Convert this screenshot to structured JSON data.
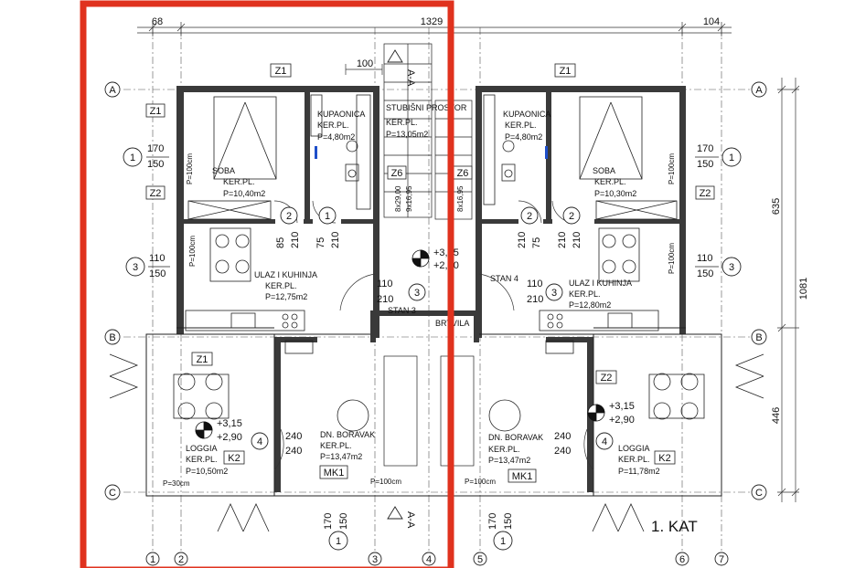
{
  "title": "1. KAT",
  "highlight_color": "#e0321e",
  "wall_color": "#3a3a3a",
  "dims": {
    "top_left": "68",
    "top_mid": "1329",
    "top_right": "104",
    "door_dim": "100",
    "right_upper": "635",
    "right_total": "1081",
    "right_lower": "446"
  },
  "grid_rows": [
    "A",
    "B",
    "C"
  ],
  "grid_cols": [
    "1",
    "2",
    "3",
    "4",
    "5",
    "6",
    "7"
  ],
  "section_label": "A-A",
  "zones": {
    "z1": "Z1",
    "z2": "Z2",
    "z6": "Z6",
    "k2": "K2",
    "mk1": "MK1"
  },
  "rooms": {
    "soba_left": {
      "name": "SOBA",
      "floor": "KER.PL.",
      "area": "P=10,40m2"
    },
    "soba_right": {
      "name": "SOBA",
      "floor": "KER.PL.",
      "area": "P=10,30m2"
    },
    "kupaonica_left": {
      "name": "KUPAONICA",
      "floor": "KER.PL.",
      "area": "P=4,80m2"
    },
    "kupaonica_right": {
      "name": "KUPAONICA",
      "floor": "KER.PL.",
      "area": "P=4,80m2"
    },
    "stubisni": {
      "name": "STUBIŠNI PROSTOR",
      "floor": "KER.PL.",
      "area": "P=13,05m2"
    },
    "kuhinja_left": {
      "name": "ULAZ I KUHINJA",
      "floor": "KER.PL.",
      "area": "P=12,75m2"
    },
    "kuhinja_right": {
      "name": "ULAZ I KUHINJA",
      "floor": "KER.PL.",
      "area": "P=12,80m2"
    },
    "boravak_left": {
      "name": "DN. BORAVAK",
      "floor": "KER.PL.",
      "area": "P=13,47m2"
    },
    "boravak_right": {
      "name": "DN. BORAVAK",
      "floor": "KER.PL.",
      "area": "P=13,47m2"
    },
    "loggia_left": {
      "name": "LOGGIA",
      "floor": "KER.PL.",
      "area": "P=10,50m2"
    },
    "loggia_right": {
      "name": "LOGGIA",
      "floor": "KER.PL.",
      "area": "P=11,78m2"
    }
  },
  "labels": {
    "stan3": "STAN 3",
    "stan4": "STAN 4",
    "brtvila": "BRTVILA",
    "p100": "P=100cm",
    "p30": "P=30cm",
    "lvl_a": "+3,05",
    "lvl_b": "+2,90",
    "lvl_c": "+3,15",
    "lvl_d": "+2,90",
    "stair_a": "8x29,00",
    "stair_b": "9x16,95",
    "stair_c": "8x16,95"
  },
  "openings": {
    "w170_150": [
      "170",
      "150"
    ],
    "w110_150": [
      "110",
      "150"
    ],
    "d85_210": [
      "85",
      "210"
    ],
    "d75_210": [
      "75",
      "210"
    ],
    "d110_210": [
      "110",
      "210"
    ],
    "d240_240": [
      "240",
      "240"
    ]
  },
  "tags": {
    "t1": "1",
    "t2": "2",
    "t3": "3",
    "t4": "4"
  }
}
